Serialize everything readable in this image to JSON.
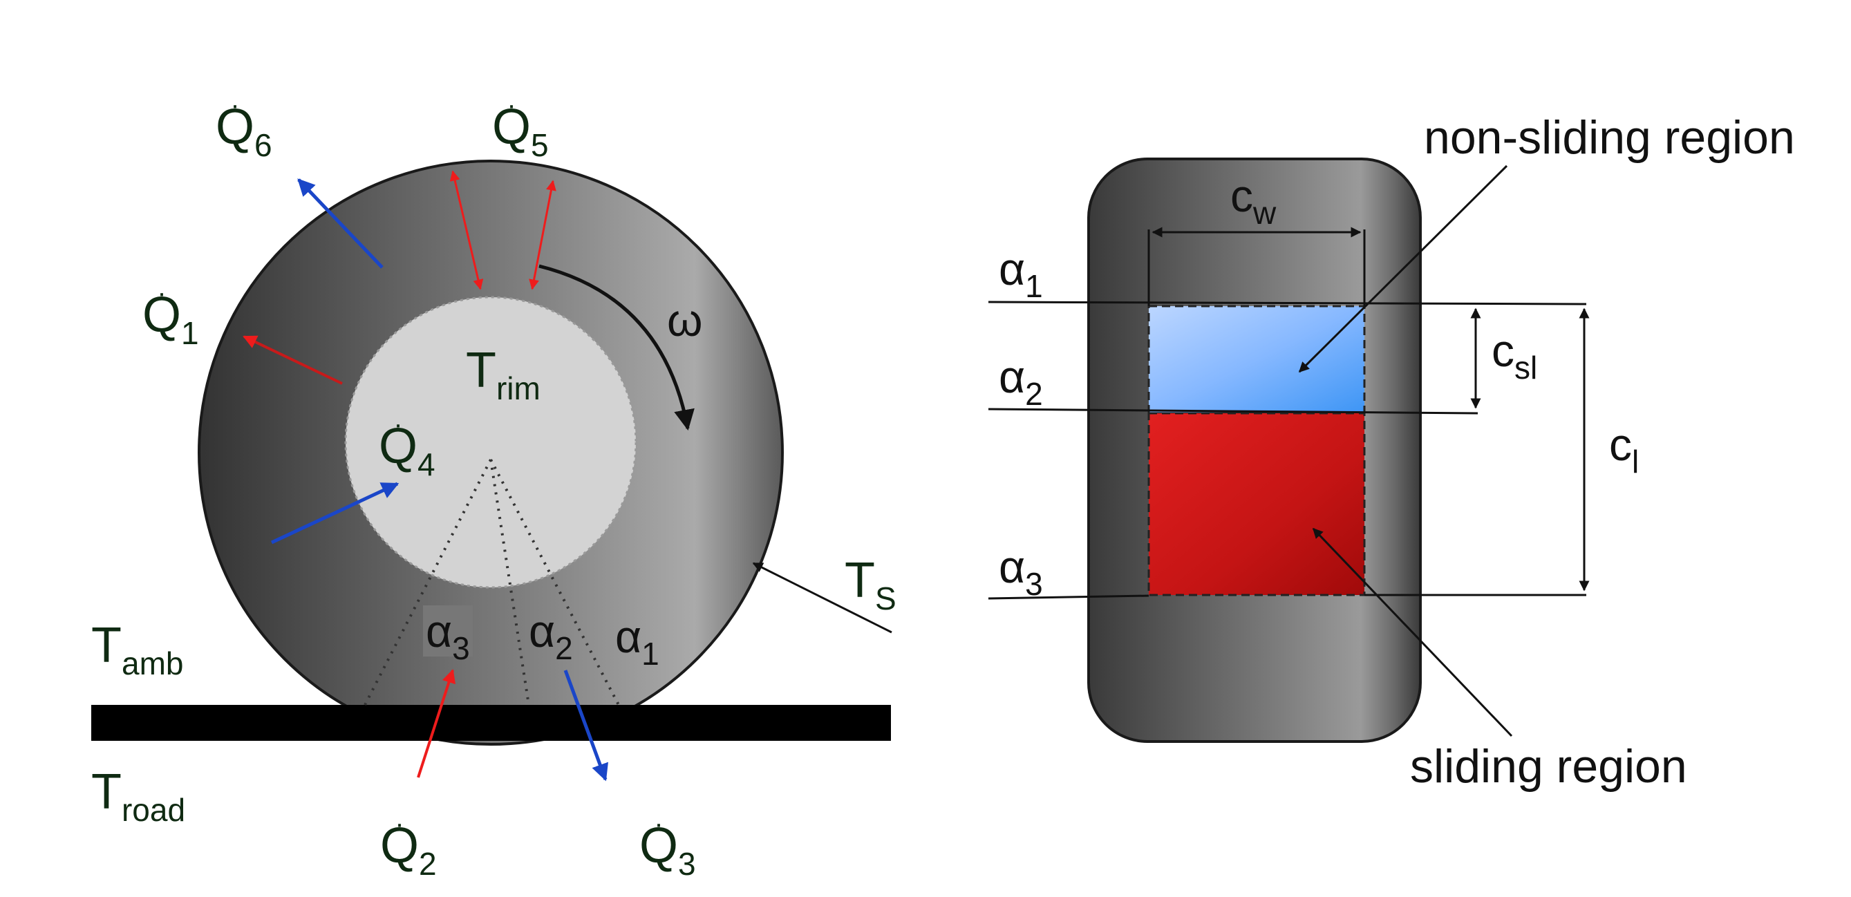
{
  "left_diagram": {
    "q6_label": "Q",
    "q6_sub": "6",
    "q5_label": "Q",
    "q5_sub": "5",
    "q1_label": "Q",
    "q1_sub": "1",
    "q4_label": "Q",
    "q4_sub": "4",
    "q2_label": "Q",
    "q2_sub": "2",
    "q3_label": "Q",
    "q3_sub": "3",
    "dot": "·",
    "omega_label": "ω",
    "trim_label": "T",
    "trim_sub": "rim",
    "ts_label": "T",
    "ts_sub": "S",
    "tamb_label": "T",
    "tamb_sub": "amb",
    "troad_label": "T",
    "troad_sub": "road",
    "alpha3_label": "α",
    "alpha3_sub": "3",
    "alpha2_label": "α",
    "alpha2_sub": "2",
    "alpha1_label": "α",
    "alpha1_sub": "1"
  },
  "right_diagram": {
    "cw_label": "c",
    "cw_sub": "w",
    "csl_label": "c",
    "csl_sub": "sl",
    "cl_label": "c",
    "cl_sub": "l",
    "alpha1_label": "α",
    "alpha1_sub": "1",
    "alpha2_label": "α",
    "alpha2_sub": "2",
    "alpha3_label": "α",
    "alpha3_sub": "3",
    "non_sliding_label": "non-sliding region",
    "sliding_label": "sliding region"
  },
  "colors": {
    "heat_in": "#ee1c1c",
    "heat_out": "#1a46c8",
    "non_sliding": "#5aa8ff",
    "sliding": "#cc1a1a",
    "tire_dark": "#3f3f3f",
    "rim": "#d3d3d3",
    "label_green": "#0f2a12"
  }
}
